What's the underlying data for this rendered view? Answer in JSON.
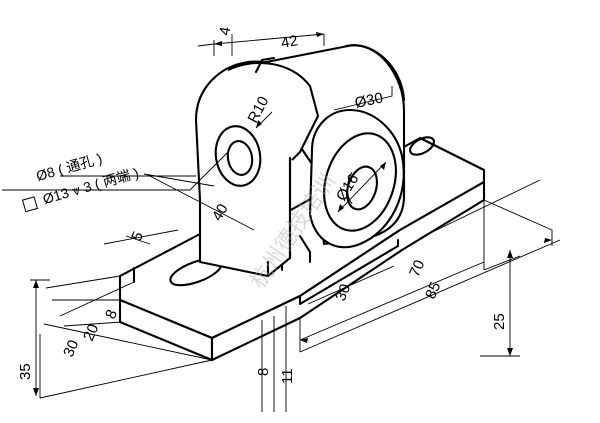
{
  "dimensions": {
    "d4": "4",
    "d42": "42",
    "r10": "R10",
    "phi30": "Ø30",
    "phi16": "Ø16",
    "d40": "40",
    "d5": "5",
    "d70": "70",
    "d85": "85",
    "d30_slot": "30",
    "d25": "25",
    "d8_front": "8",
    "d20": "20",
    "d30_front": "30",
    "d35": "35",
    "d8_bottom": "8",
    "d11": "11"
  },
  "hole_callout": {
    "line1": "Ø8 ( 通孔 )",
    "line2": "Ø13 ⩔ 3 ( 两端 )"
  },
  "watermark": "杭州德技培训"
}
